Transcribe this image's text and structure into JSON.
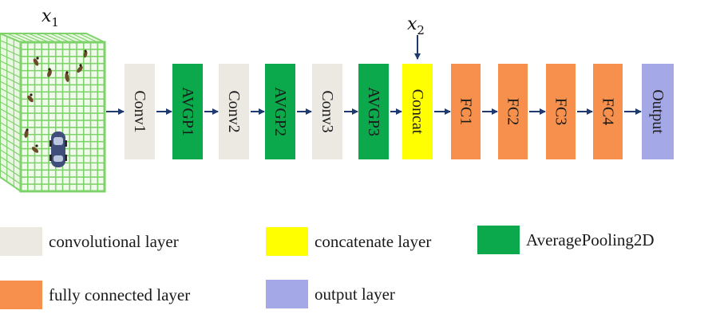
{
  "inputs": {
    "x1": {
      "symbol": "x",
      "subscript": "1"
    },
    "x2": {
      "symbol": "x",
      "subscript": "2"
    }
  },
  "blocks": [
    {
      "id": "conv1",
      "label": "Conv1",
      "color": "#ebe9e2"
    },
    {
      "id": "avgp1",
      "label": "AVGP1",
      "color": "#0ba84c"
    },
    {
      "id": "conv2",
      "label": "Conv2",
      "color": "#ebe9e2"
    },
    {
      "id": "avgp2",
      "label": "AVGP2",
      "color": "#0ba84c"
    },
    {
      "id": "conv3",
      "label": "Conv3",
      "color": "#ebe9e2"
    },
    {
      "id": "avgp3",
      "label": "AVGP3",
      "color": "#0ba84c"
    },
    {
      "id": "concat",
      "label": "Concat",
      "color": "#ffff00"
    },
    {
      "id": "fc1",
      "label": "FC1",
      "color": "#f6904c"
    },
    {
      "id": "fc2",
      "label": "FC2",
      "color": "#f6904c"
    },
    {
      "id": "fc3",
      "label": "FC3",
      "color": "#f6904c"
    },
    {
      "id": "fc4",
      "label": "FC4",
      "color": "#f6904c"
    },
    {
      "id": "output",
      "label": "Output",
      "color": "#a4a8e6"
    }
  ],
  "legend": [
    {
      "id": "convolutional",
      "label": "convolutional  layer",
      "color": "#ebe9e2"
    },
    {
      "id": "concatenate",
      "label": "concatenate  layer",
      "color": "#ffff00"
    },
    {
      "id": "avgpool",
      "label": "AveragePooling2D",
      "color": "#0ba84c"
    },
    {
      "id": "fully-connected",
      "label": "fully  connected  layer",
      "color": "#f6904c"
    },
    {
      "id": "output",
      "label": "output layer",
      "color": "#a4a8e6"
    }
  ],
  "colors": {
    "arrow": "#1f3a6e",
    "grid": "#7dd36a",
    "grid_fill": "#e6f6de"
  },
  "icons": [
    "grid-cube-icon",
    "car-icon",
    "pedestrian-icon"
  ]
}
